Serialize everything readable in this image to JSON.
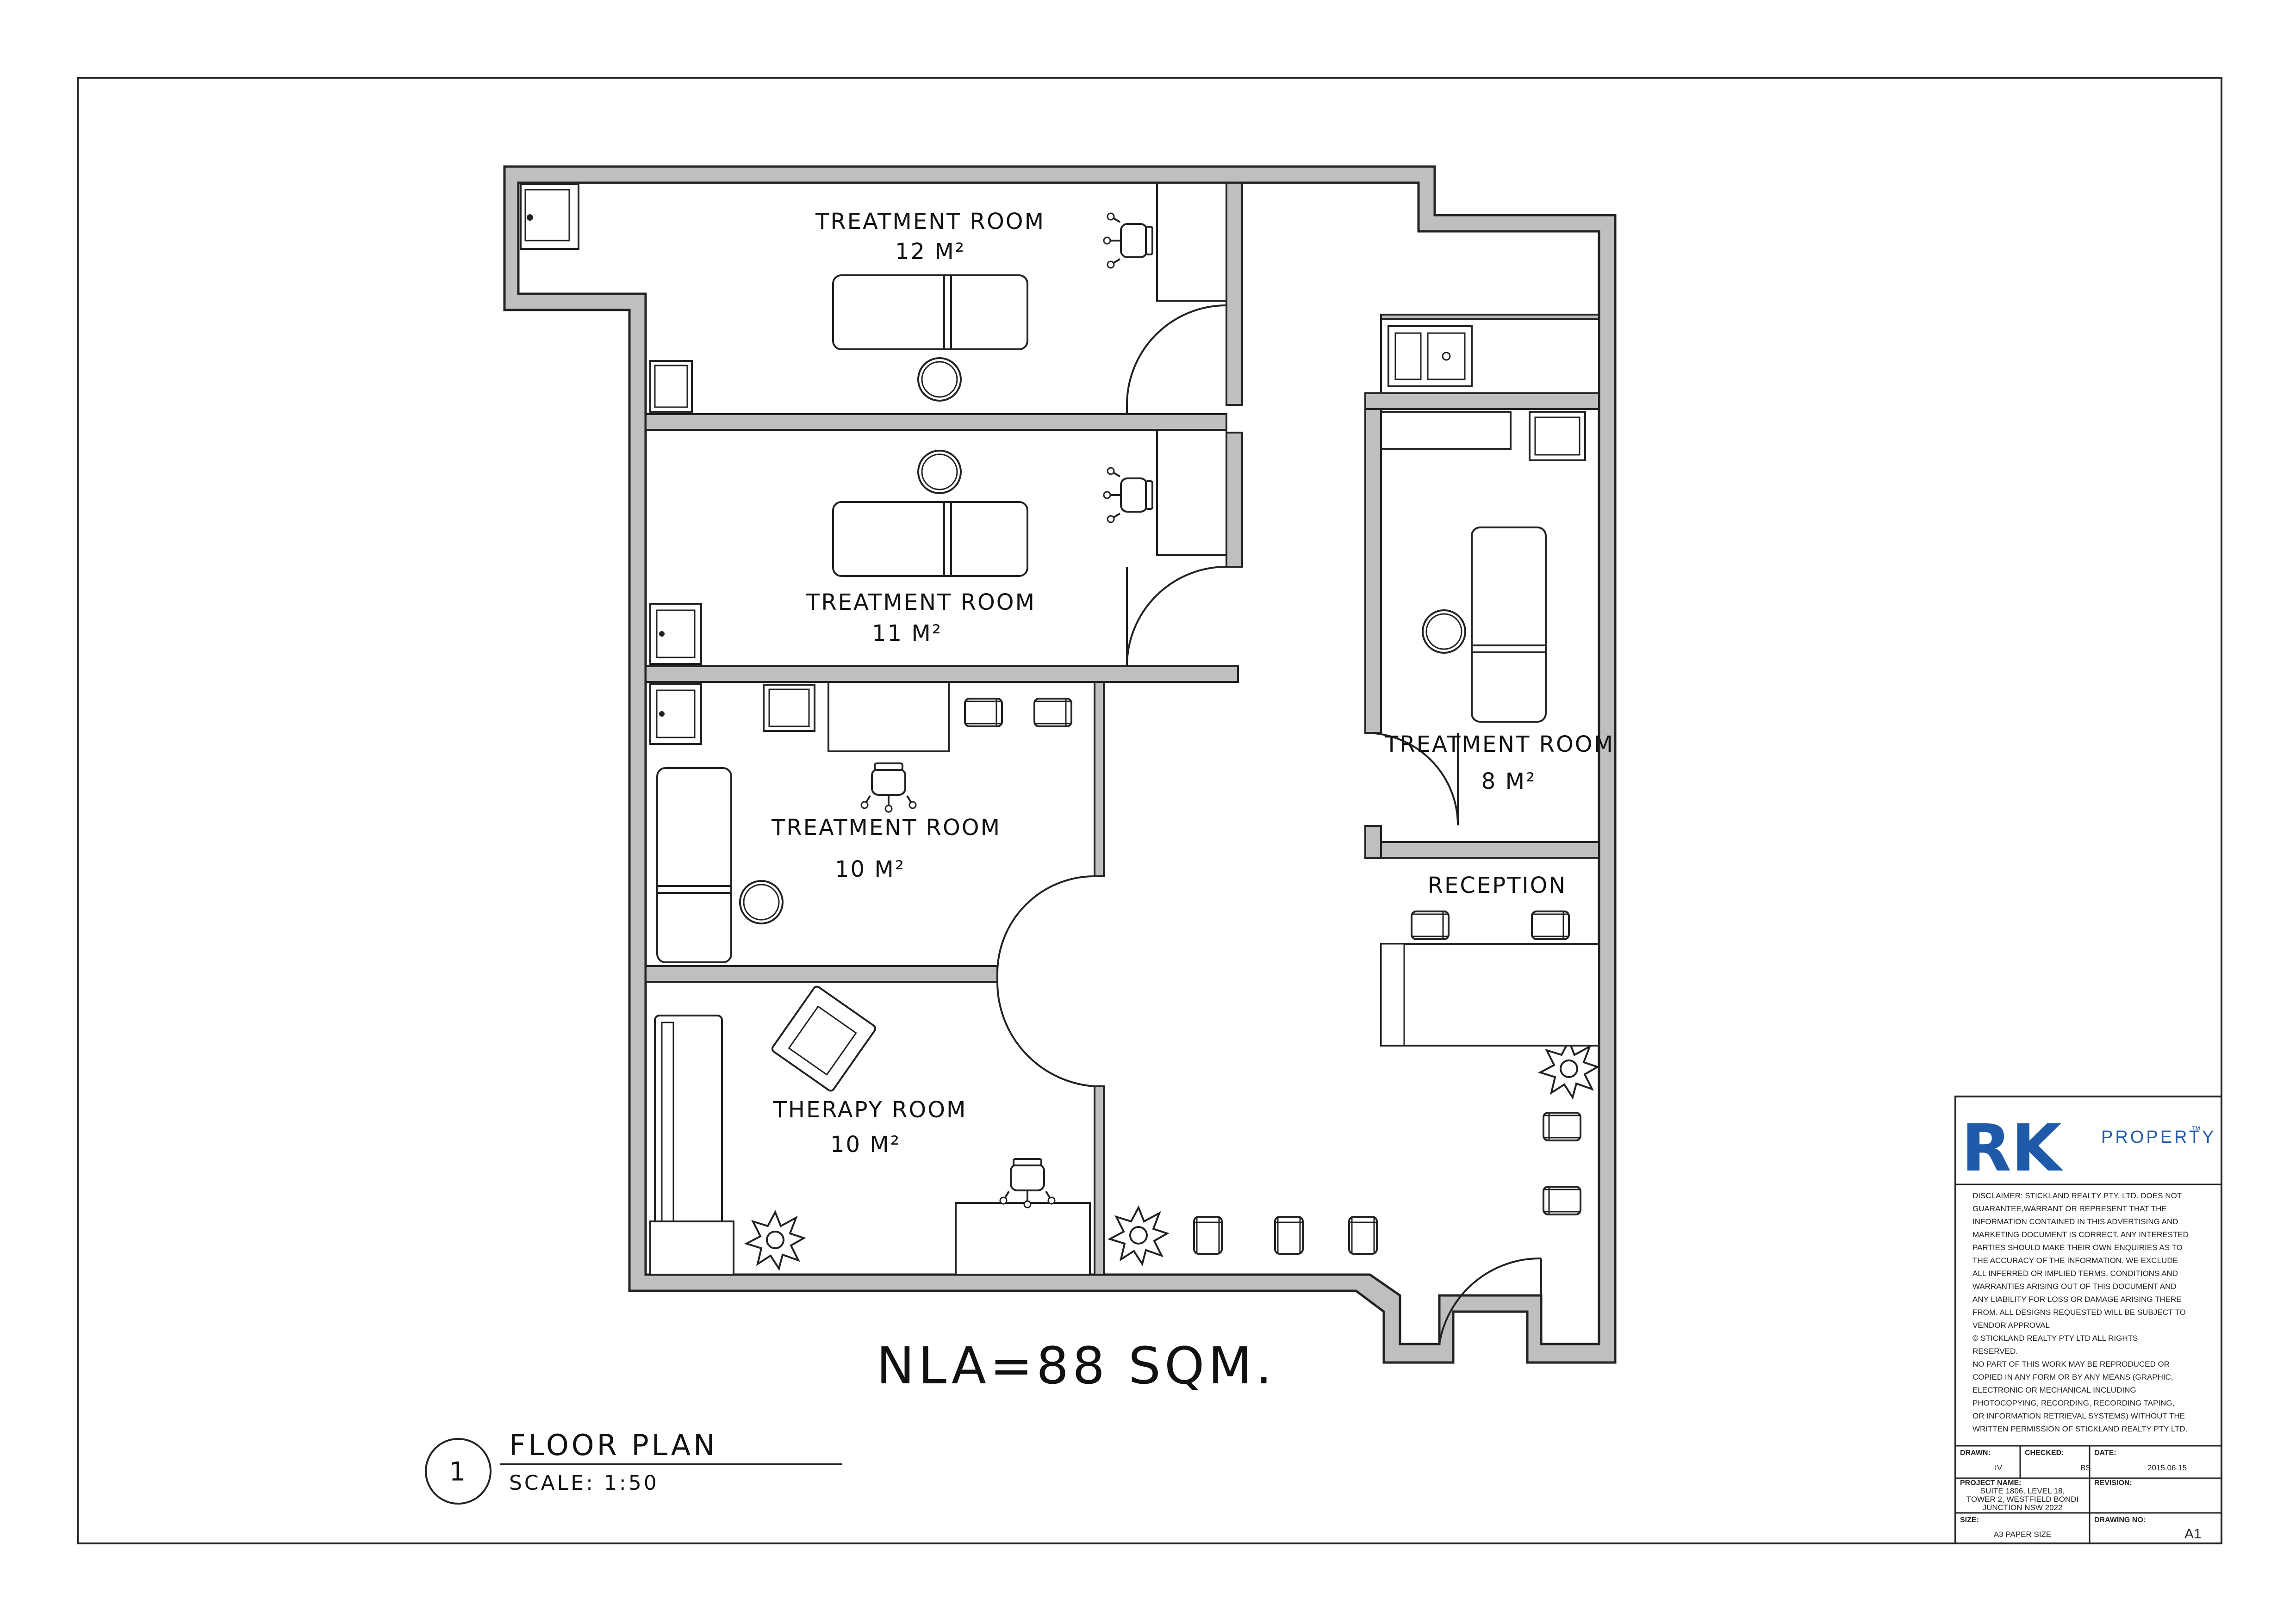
{
  "rooms": [
    {
      "name": "TREATMENT ROOM",
      "area": "12 M²"
    },
    {
      "name": "TREATMENT ROOM",
      "area": "11 M²"
    },
    {
      "name": "TREATMENT ROOM",
      "area": "10 M²"
    },
    {
      "name": "THERAPY ROOM",
      "area": "10 M²"
    },
    {
      "name": "TREATMENT ROOM",
      "area": "8 M²"
    },
    {
      "name": "RECEPTION"
    }
  ],
  "nla": "NLA=88 SQM.",
  "drawing": {
    "number": "1",
    "title": "FLOOR PLAN",
    "scale": "SCALE:  1:50"
  },
  "title_block": {
    "logo_mark": "RK",
    "logo_text": "PROPERTY",
    "logo_tm": "™",
    "disclaimer": [
      "DISCLAIMER: STICKLAND REALTY PTY. LTD. DOES NOT",
      "GUARANTEE,WARRANT OR REPRESENT THAT THE",
      "INFORMATION CONTAINED IN THIS ADVERTISING AND",
      "MARKETING DOCUMENT IS CORRECT. ANY INTERESTED",
      "PARTIES SHOULD MAKE THEIR OWN ENQUIRIES AS TO",
      "THE ACCURACY OF THE INFORMATION. WE EXCLUDE",
      "ALL INFERRED OR IMPLIED TERMS, CONDITIONS AND",
      "WARRANTIES ARISING OUT OF THIS DOCUMENT AND",
      "ANY LIABILITY FOR LOSS OR DAMAGE ARISING THERE",
      "FROM. ALL DESIGNS REQUESTED WILL BE SUBJECT TO",
      "VENDOR APPROVAL",
      "© STICKLAND REALTY PTY LTD ALL RIGHTS",
      "RESERVED.",
      "NO PART OF THIS WORK MAY BE REPRODUCED OR",
      "COPIED IN ANY FORM OR BY ANY MEANS (GRAPHIC,",
      "ELECTRONIC OR MECHANICAL INCLUDING",
      "PHOTOCOPYING, RECORDING, RECORDING TAPING,",
      "OR INFORMATION RETRIEVAL SYSTEMS) WITHOUT THE",
      "WRITTEN PERMISSION OF STICKLAND REALTY PTY LTD."
    ],
    "drawn_label": "DRAWN:",
    "drawn_value": "IV",
    "checked_label": "CHECKED:",
    "checked_value": "BS",
    "date_label": "DATE:",
    "date_value": "2015.06.15",
    "project_label": "PROJECT NAME:",
    "project_lines": [
      "SUITE 1806, LEVEL 18,",
      "TOWER 2, WESTFIELD BONDI",
      "JUNCTION NSW 2022"
    ],
    "revision_label": "REVISION:",
    "size_label": "SIZE:",
    "size_value": "A3 PAPER SIZE",
    "drawing_no_label": "DRAWING NO:",
    "drawing_no_value": "A1"
  }
}
